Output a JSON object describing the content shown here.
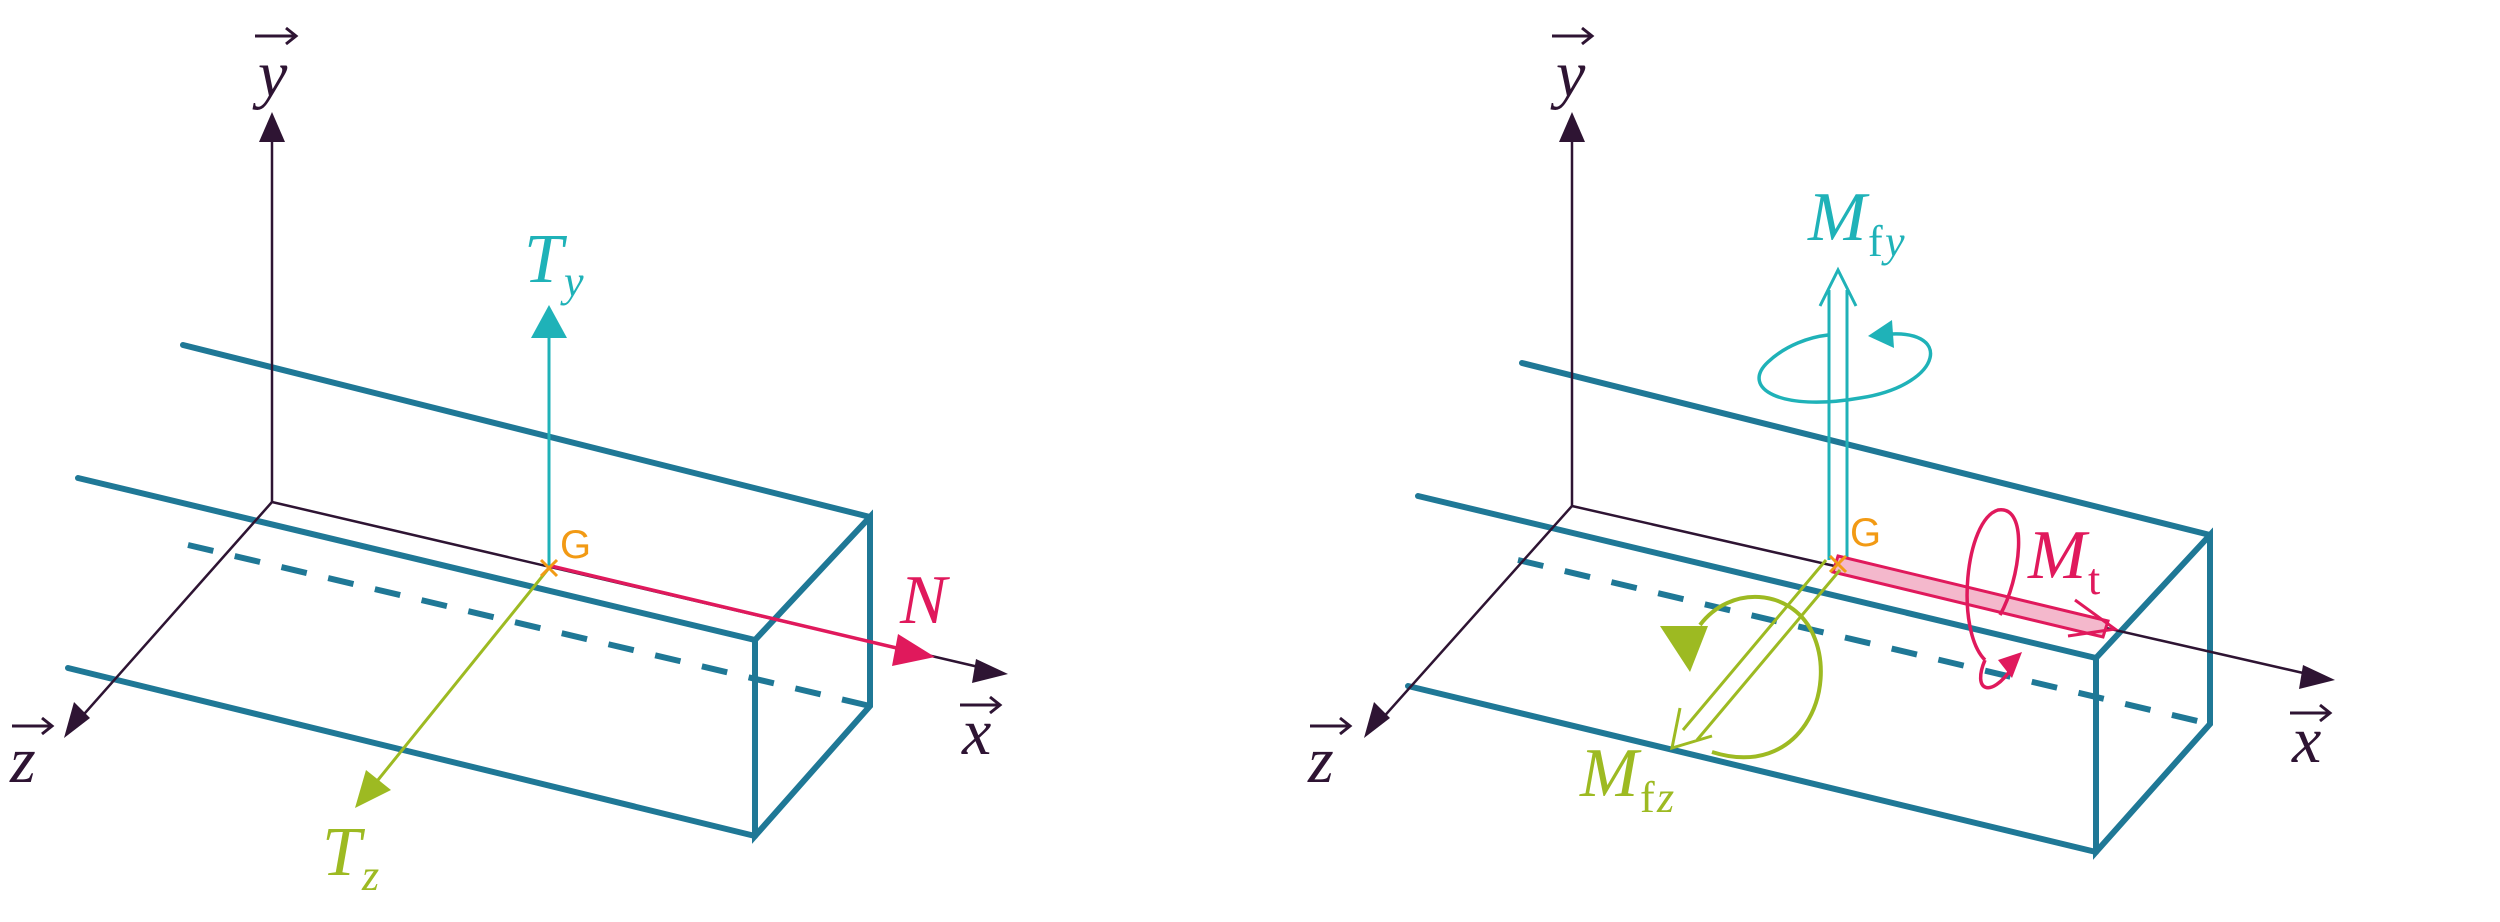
{
  "colors": {
    "axis": "#2e1433",
    "beam": "#1f7896",
    "shear_y": "#1fb2b8",
    "shear_z": "#9dba22",
    "normal": "#e0195c",
    "centroid": "#f29a14"
  },
  "left_panel": {
    "axis_y": "y",
    "axis_x": "x",
    "axis_z": "z",
    "centroid": "G",
    "force_N": "N",
    "force_Ty_main": "T",
    "force_Ty_sub": "y",
    "force_Tz_main": "T",
    "force_Tz_sub": "z"
  },
  "right_panel": {
    "axis_y": "y",
    "axis_x": "x",
    "axis_z": "z",
    "centroid": "G",
    "moment_fy_main": "M",
    "moment_fy_sub_f": "f",
    "moment_fy_sub_y": "y",
    "moment_t_main": "M",
    "moment_t_sub": "t",
    "moment_fz_main": "M",
    "moment_fz_sub_f": "f",
    "moment_fz_sub_z": "z"
  }
}
